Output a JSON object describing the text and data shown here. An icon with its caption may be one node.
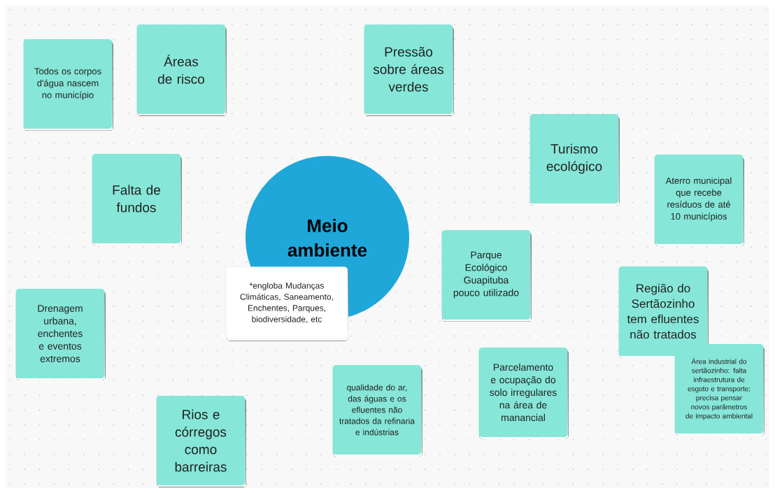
{
  "diagram": {
    "nodes": [
      {
        "text": [
          "Meio ambiente"
        ]
      },
      {
        "text": [
          "*engloba Mudanças Climáticas, Saneamento, Enchentes, Parques, biodiversidade, etc"
        ]
      },
      {
        "text": [
          "Todos os corpos d'água nascem no município"
        ]
      },
      {
        "text": [
          "Áreas de risco"
        ]
      },
      {
        "text": [
          "Pressão sobre áreas verdes"
        ]
      },
      {
        "text": [
          "Turismo ecológico"
        ]
      },
      {
        "text": [
          "Falta de fundos"
        ]
      },
      {
        "text": [
          "Aterro municipal que recebe resíduos de até 10 municípios"
        ]
      },
      {
        "text": [
          "Parque Ecológico Guapituba pouco utilizado"
        ]
      },
      {
        "text": [
          "Região do Sertãozinho tem efluentes não tratados"
        ]
      },
      {
        "text": [
          "Área industrial do sertãozinho: falta infraestrutura de esgoto e transporte; precisa pensar novos parâmetros de impacto ambiental"
        ]
      },
      {
        "text": [
          "Drenagem urbana, enchentes e eventos extremos"
        ]
      },
      {
        "text": [
          "qualidade do ar, das águas e os efluentes não tratados da refinaria e indústrias"
        ]
      },
      {
        "text": [
          "Parcelamento e ocupação do solo irregulares na área de manancial"
        ]
      },
      {
        "text": [
          "Rios e córregos como barreiras"
        ]
      }
    ]
  }
}
